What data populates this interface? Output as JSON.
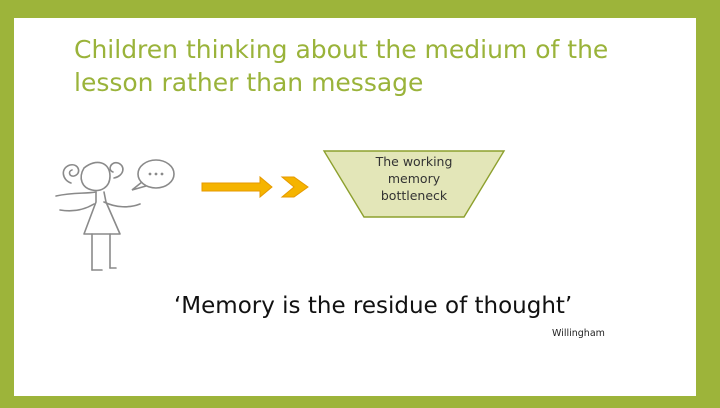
{
  "slide": {
    "title": "Children thinking about the medium of the lesson rather than message",
    "bottleneck_label": "The working memory bottleneck",
    "quote": "‘Memory is the residue of thought’",
    "attribution": "Willingham"
  },
  "colors": {
    "frame": "#9db43a",
    "title": "#9ab33a",
    "arrow": "#f5b400",
    "bottleneck_fill": "#e3e6b8",
    "bottleneck_stroke": "#8da02e"
  },
  "icons": {
    "figure": "child-thinking-icon",
    "bubble": "thought-bubble-icon",
    "arrows": "arrow-right-icon"
  }
}
